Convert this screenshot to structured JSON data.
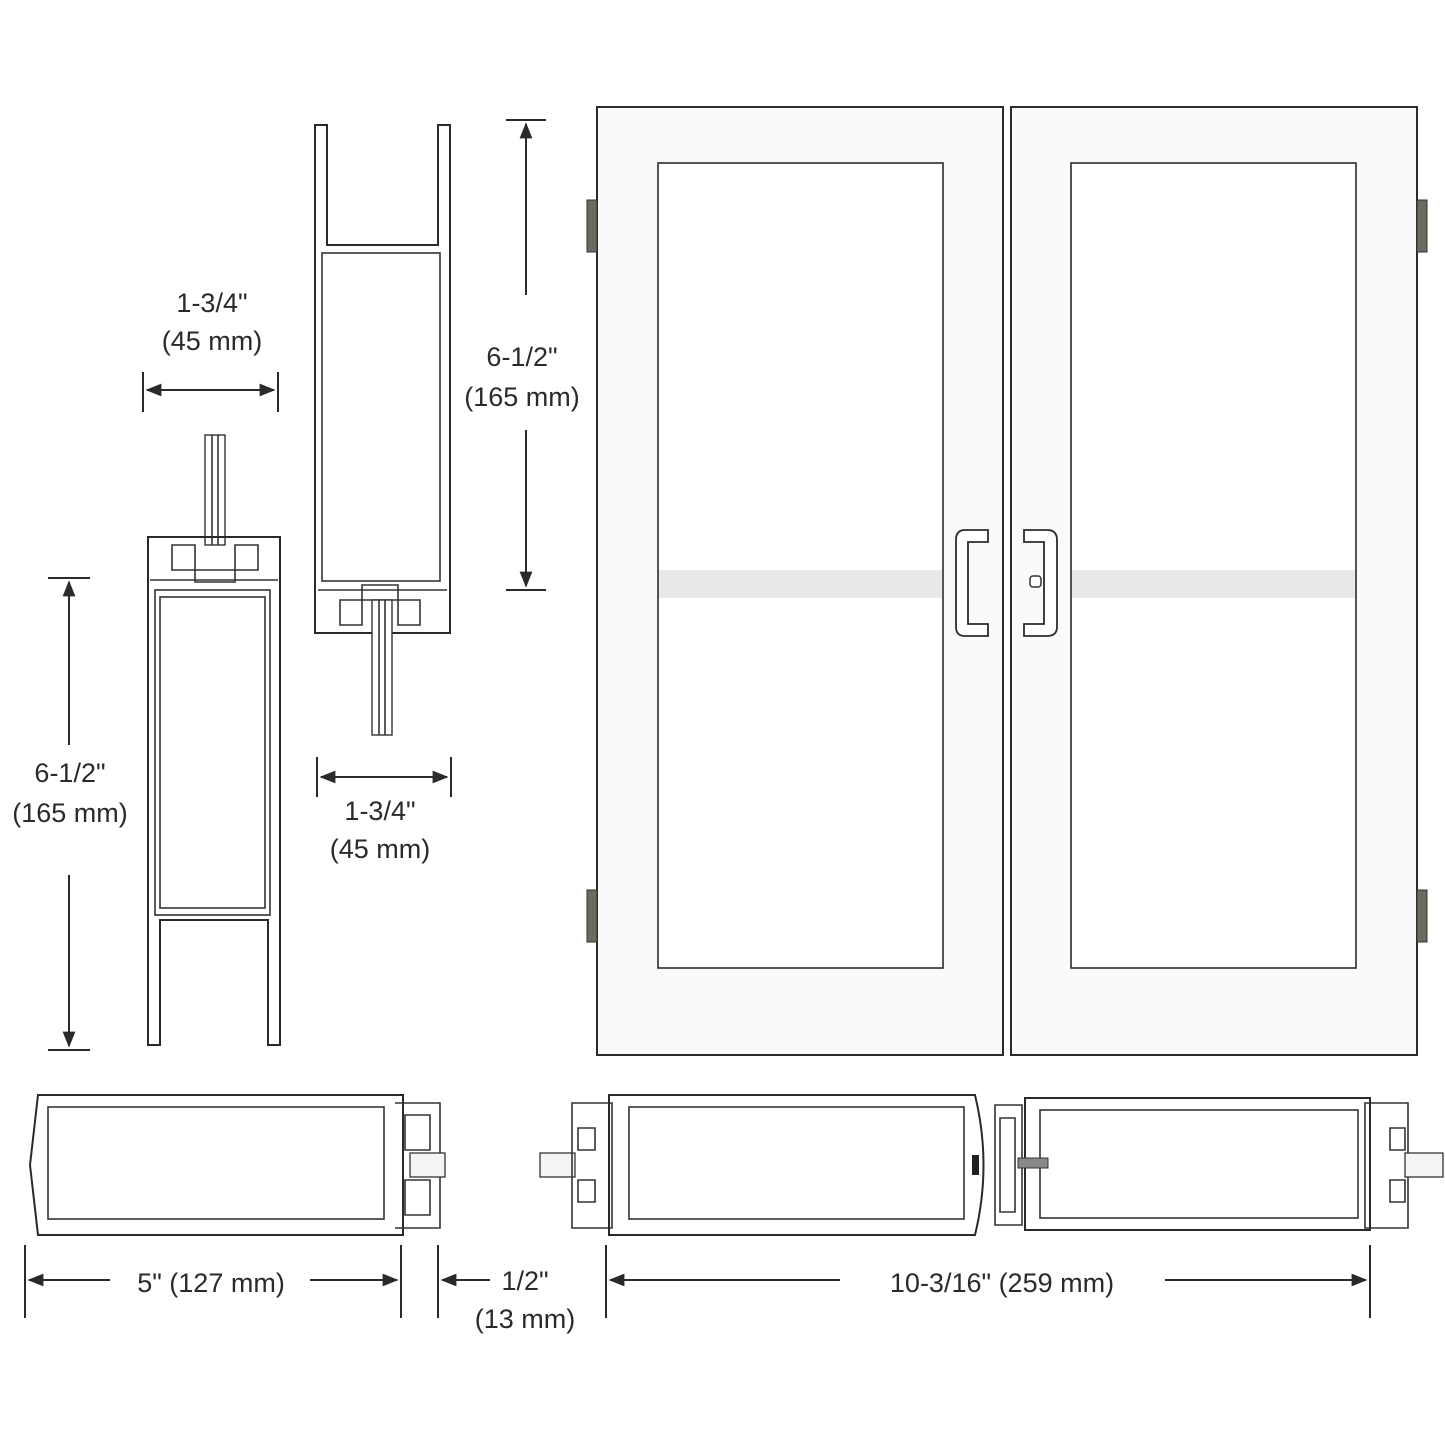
{
  "dimensions": {
    "bottom_rail_width": {
      "inch": "1-3/4\"",
      "mm": "(45 mm)"
    },
    "bottom_rail_height": {
      "inch": "6-1/2\"",
      "mm": "(165 mm)"
    },
    "top_rail_height": {
      "inch": "6-1/2\"",
      "mm": "(165 mm)"
    },
    "top_rail_width": {
      "inch": "1-3/4\"",
      "mm": "(45 mm)"
    },
    "stile_width": "5\" (127 mm)",
    "gap": {
      "inch": "1/2\"",
      "mm": "(13 mm)"
    },
    "meeting_stiles_width": "10-3/16\" (259 mm)"
  },
  "colors": {
    "line": "#2a2a2a",
    "hinge": "#6b6b60",
    "midrail": "#e8e8e8"
  }
}
